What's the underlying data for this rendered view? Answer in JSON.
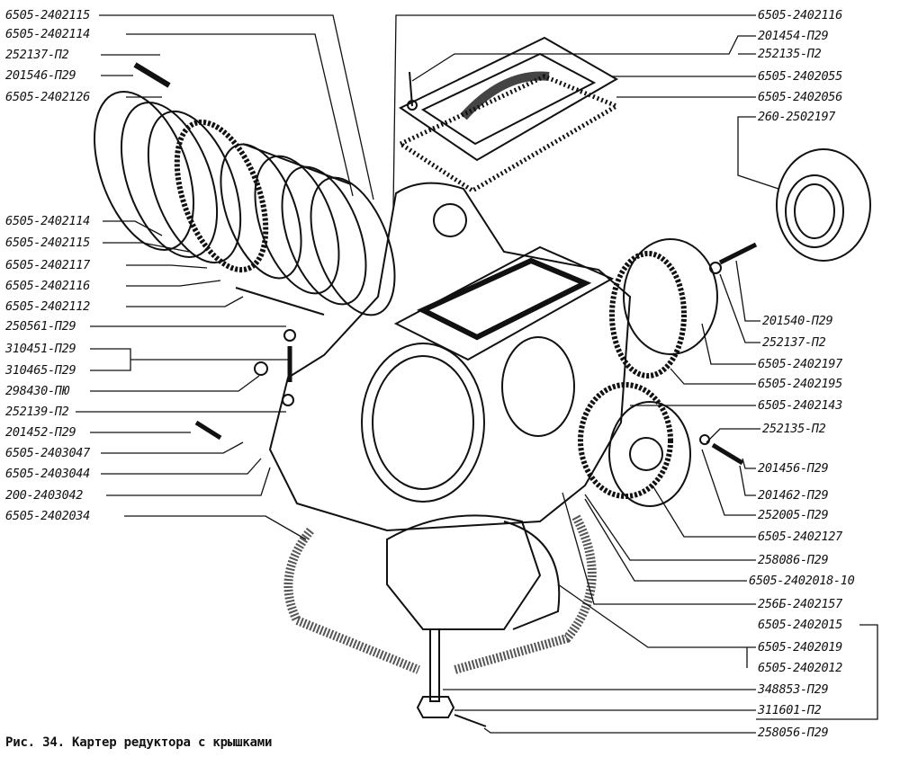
{
  "caption": "Рис. 34. Картер редуктора с крышками",
  "labels_left": [
    "6505-2402115",
    "6505-2402114",
    "252137-П2",
    "201546-П29",
    "6505-2402126",
    "6505-2402114",
    "6505-2402115",
    "6505-2402117",
    "6505-2402116",
    "6505-2402112",
    "250561-П29",
    "310451-П29",
    "310465-П29",
    "298430-ПЮ",
    "252139-П2",
    "201452-П29",
    "6505-2403047",
    "6505-2403044",
    "200-2403042",
    "6505-2402034"
  ],
  "labels_right": [
    "6505-2402116",
    "201454-П29",
    "252135-П2",
    "6505-2402055",
    "6505-2402056",
    "260-2502197",
    "201540-П29",
    "252137-П2",
    "6505-2402197",
    "6505-2402195",
    "6505-2402143",
    "252135-П2",
    "201456-П29",
    "201462-П29",
    "252005-П29",
    "6505-2402127",
    "258086-П29",
    "6505-2402018-10",
    "256Б-2402157",
    "6505-2402015",
    "6505-2402019",
    "6505-2402012",
    "348853-П29",
    "311601-П2",
    "258056-П29"
  ]
}
